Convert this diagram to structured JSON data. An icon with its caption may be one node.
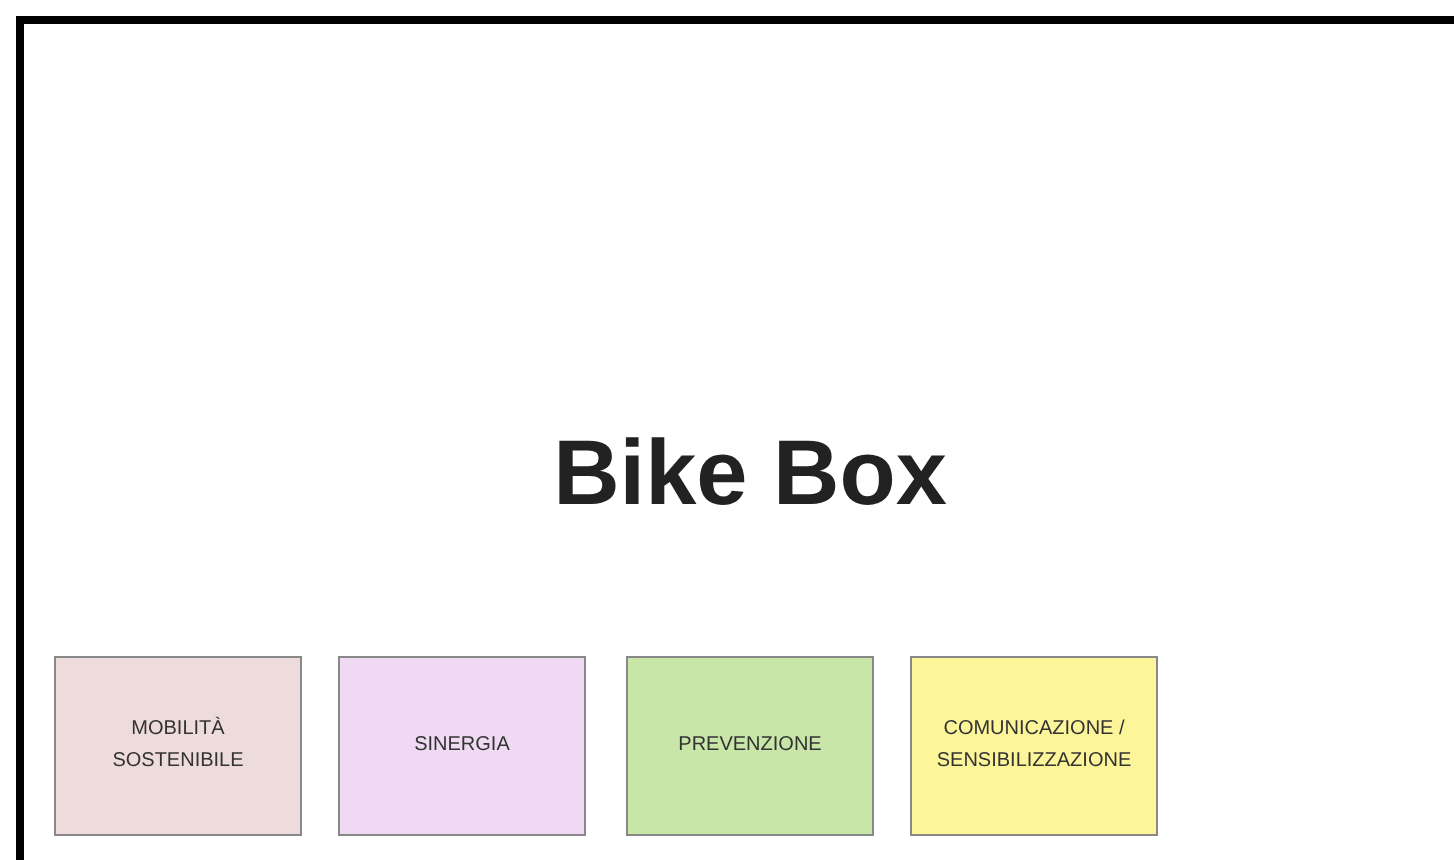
{
  "diagram": {
    "title": "Bike Box",
    "nodes": [
      {
        "text": [
          "MOBILITÀ SOSTENIBILE"
        ]
      },
      {
        "text": [
          "SINERGIA"
        ]
      },
      {
        "text": [
          "PREVENZIONE"
        ]
      },
      {
        "text": [
          "COMUNICAZIONE / SENSIBILIZZAZIONE"
        ]
      }
    ],
    "edges": []
  }
}
